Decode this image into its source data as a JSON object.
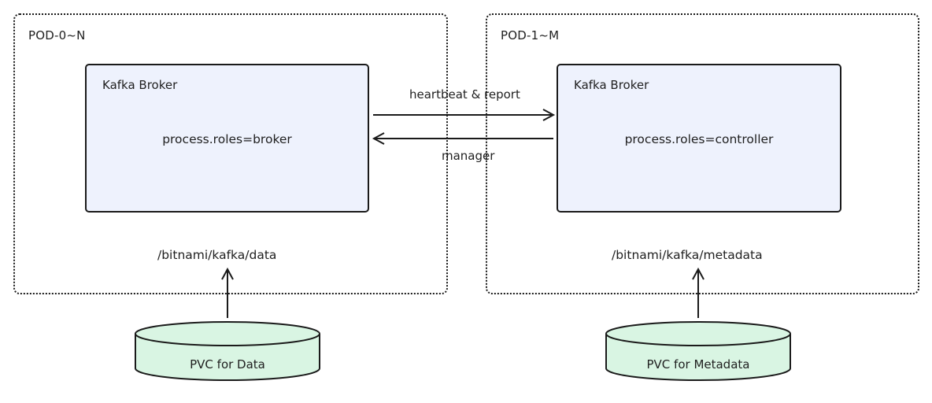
{
  "pods": {
    "left": {
      "label": "POD-0~N",
      "broker_title": "Kafka Broker",
      "broker_role": "process.roles=broker",
      "mount_path": "/bitnami/kafka/data",
      "pvc_label": "PVC for Data"
    },
    "right": {
      "label": "POD-1~M",
      "broker_title": "Kafka Broker",
      "broker_role": "process.roles=controller",
      "mount_path": "/bitnami/kafka/metadata",
      "pvc_label": "PVC for Metadata"
    }
  },
  "flows": {
    "heartbeat_label": "heartbeat & report",
    "manager_label": "manager"
  },
  "colors": {
    "broker_fill": "#eef2fd",
    "pvc_fill": "#d9f5e3",
    "stroke": "#1a1a1a"
  }
}
